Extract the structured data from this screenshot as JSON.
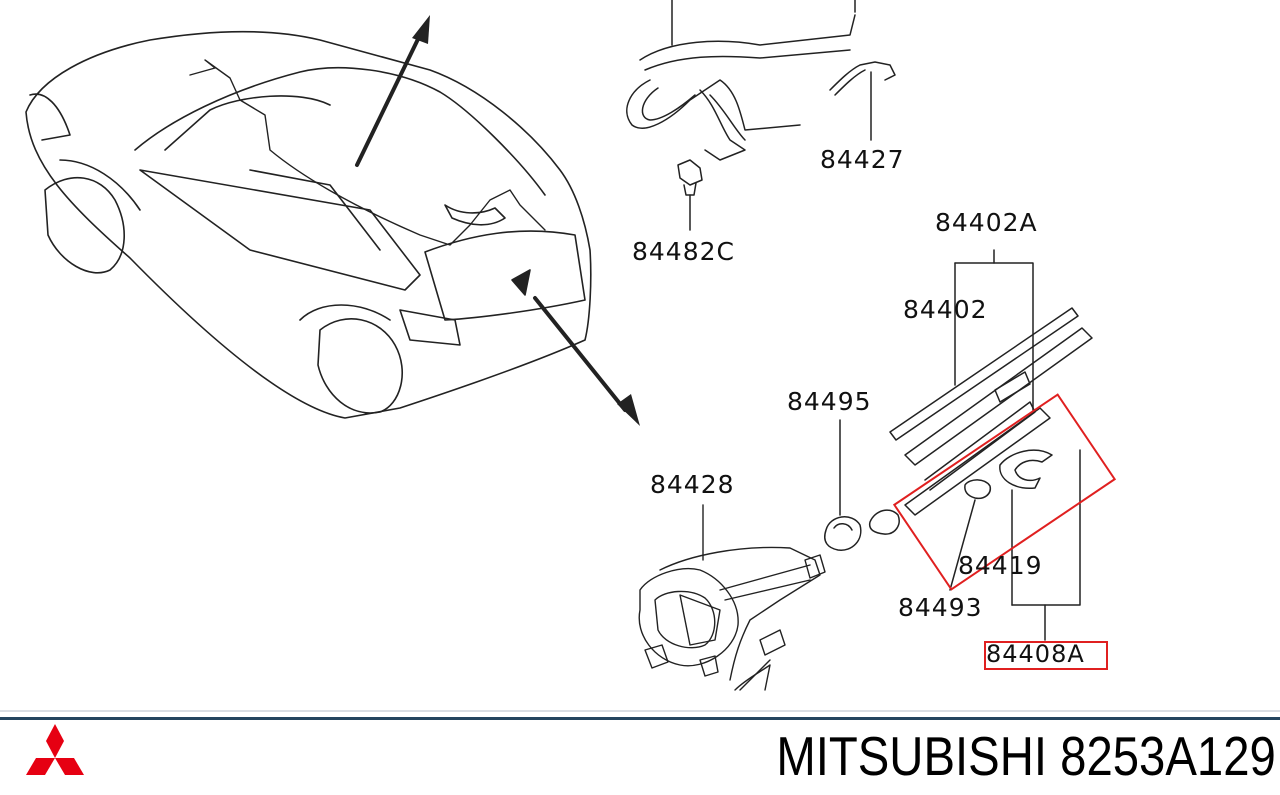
{
  "diagram": {
    "part_labels": {
      "p84427": "84427",
      "p84482c": "84482C",
      "p84402a": "84402A",
      "p84402": "84402",
      "p84495": "84495",
      "p84428": "84428",
      "p84419": "84419",
      "p84493": "84493",
      "p84408a": "84408A"
    },
    "highlight_color": "#e02020"
  },
  "footer": {
    "title": "MITSUBISHI 8253A129",
    "logo_icon": "mitsubishi-three-diamonds-logo",
    "logo_color": "#e60012",
    "rule_color": "#23445e"
  }
}
